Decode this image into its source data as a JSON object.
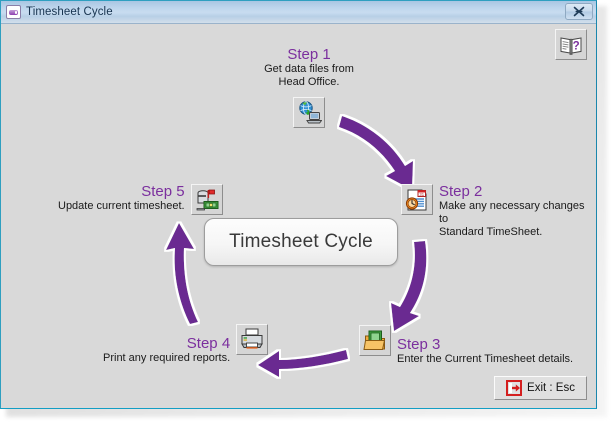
{
  "window": {
    "title": "Timesheet Cycle",
    "title_icon": "app-icon",
    "close_icon": "close-icon",
    "help_icon": "help-book-icon",
    "accent_purple": "#7B2F9E",
    "border_teal": "#2E9FC0",
    "client_background": "#D9D9D9"
  },
  "center": {
    "label": "Timesheet Cycle"
  },
  "steps": [
    {
      "id": "step-1",
      "title": "Step 1",
      "description": "Get data files from\nHead Office.",
      "icon": "globe-to-computer-icon"
    },
    {
      "id": "step-2",
      "title": "Step 2",
      "description": "Make any necessary changes to\nStandard TimeSheet.",
      "icon": "calendar-clock-icon"
    },
    {
      "id": "step-3",
      "title": "Step 3",
      "description": "Enter the Current Timesheet details.",
      "icon": "green-book-folder-icon"
    },
    {
      "id": "step-4",
      "title": "Step 4",
      "description": "Print any required reports.",
      "icon": "printer-icon"
    },
    {
      "id": "step-5",
      "title": "Step 5",
      "description": "Update current timesheet.",
      "icon": "mailbox-money-icon"
    }
  ],
  "arrows": [
    {
      "name": "arrow-step1-to-step2",
      "direction": "down-right"
    },
    {
      "name": "arrow-step2-to-step3",
      "direction": "down-left"
    },
    {
      "name": "arrow-step3-to-step4",
      "direction": "left"
    },
    {
      "name": "arrow-step4-to-step5",
      "direction": "up"
    }
  ],
  "footer": {
    "exit_label": "Exit : Esc",
    "exit_icon": "exit-door-icon"
  }
}
